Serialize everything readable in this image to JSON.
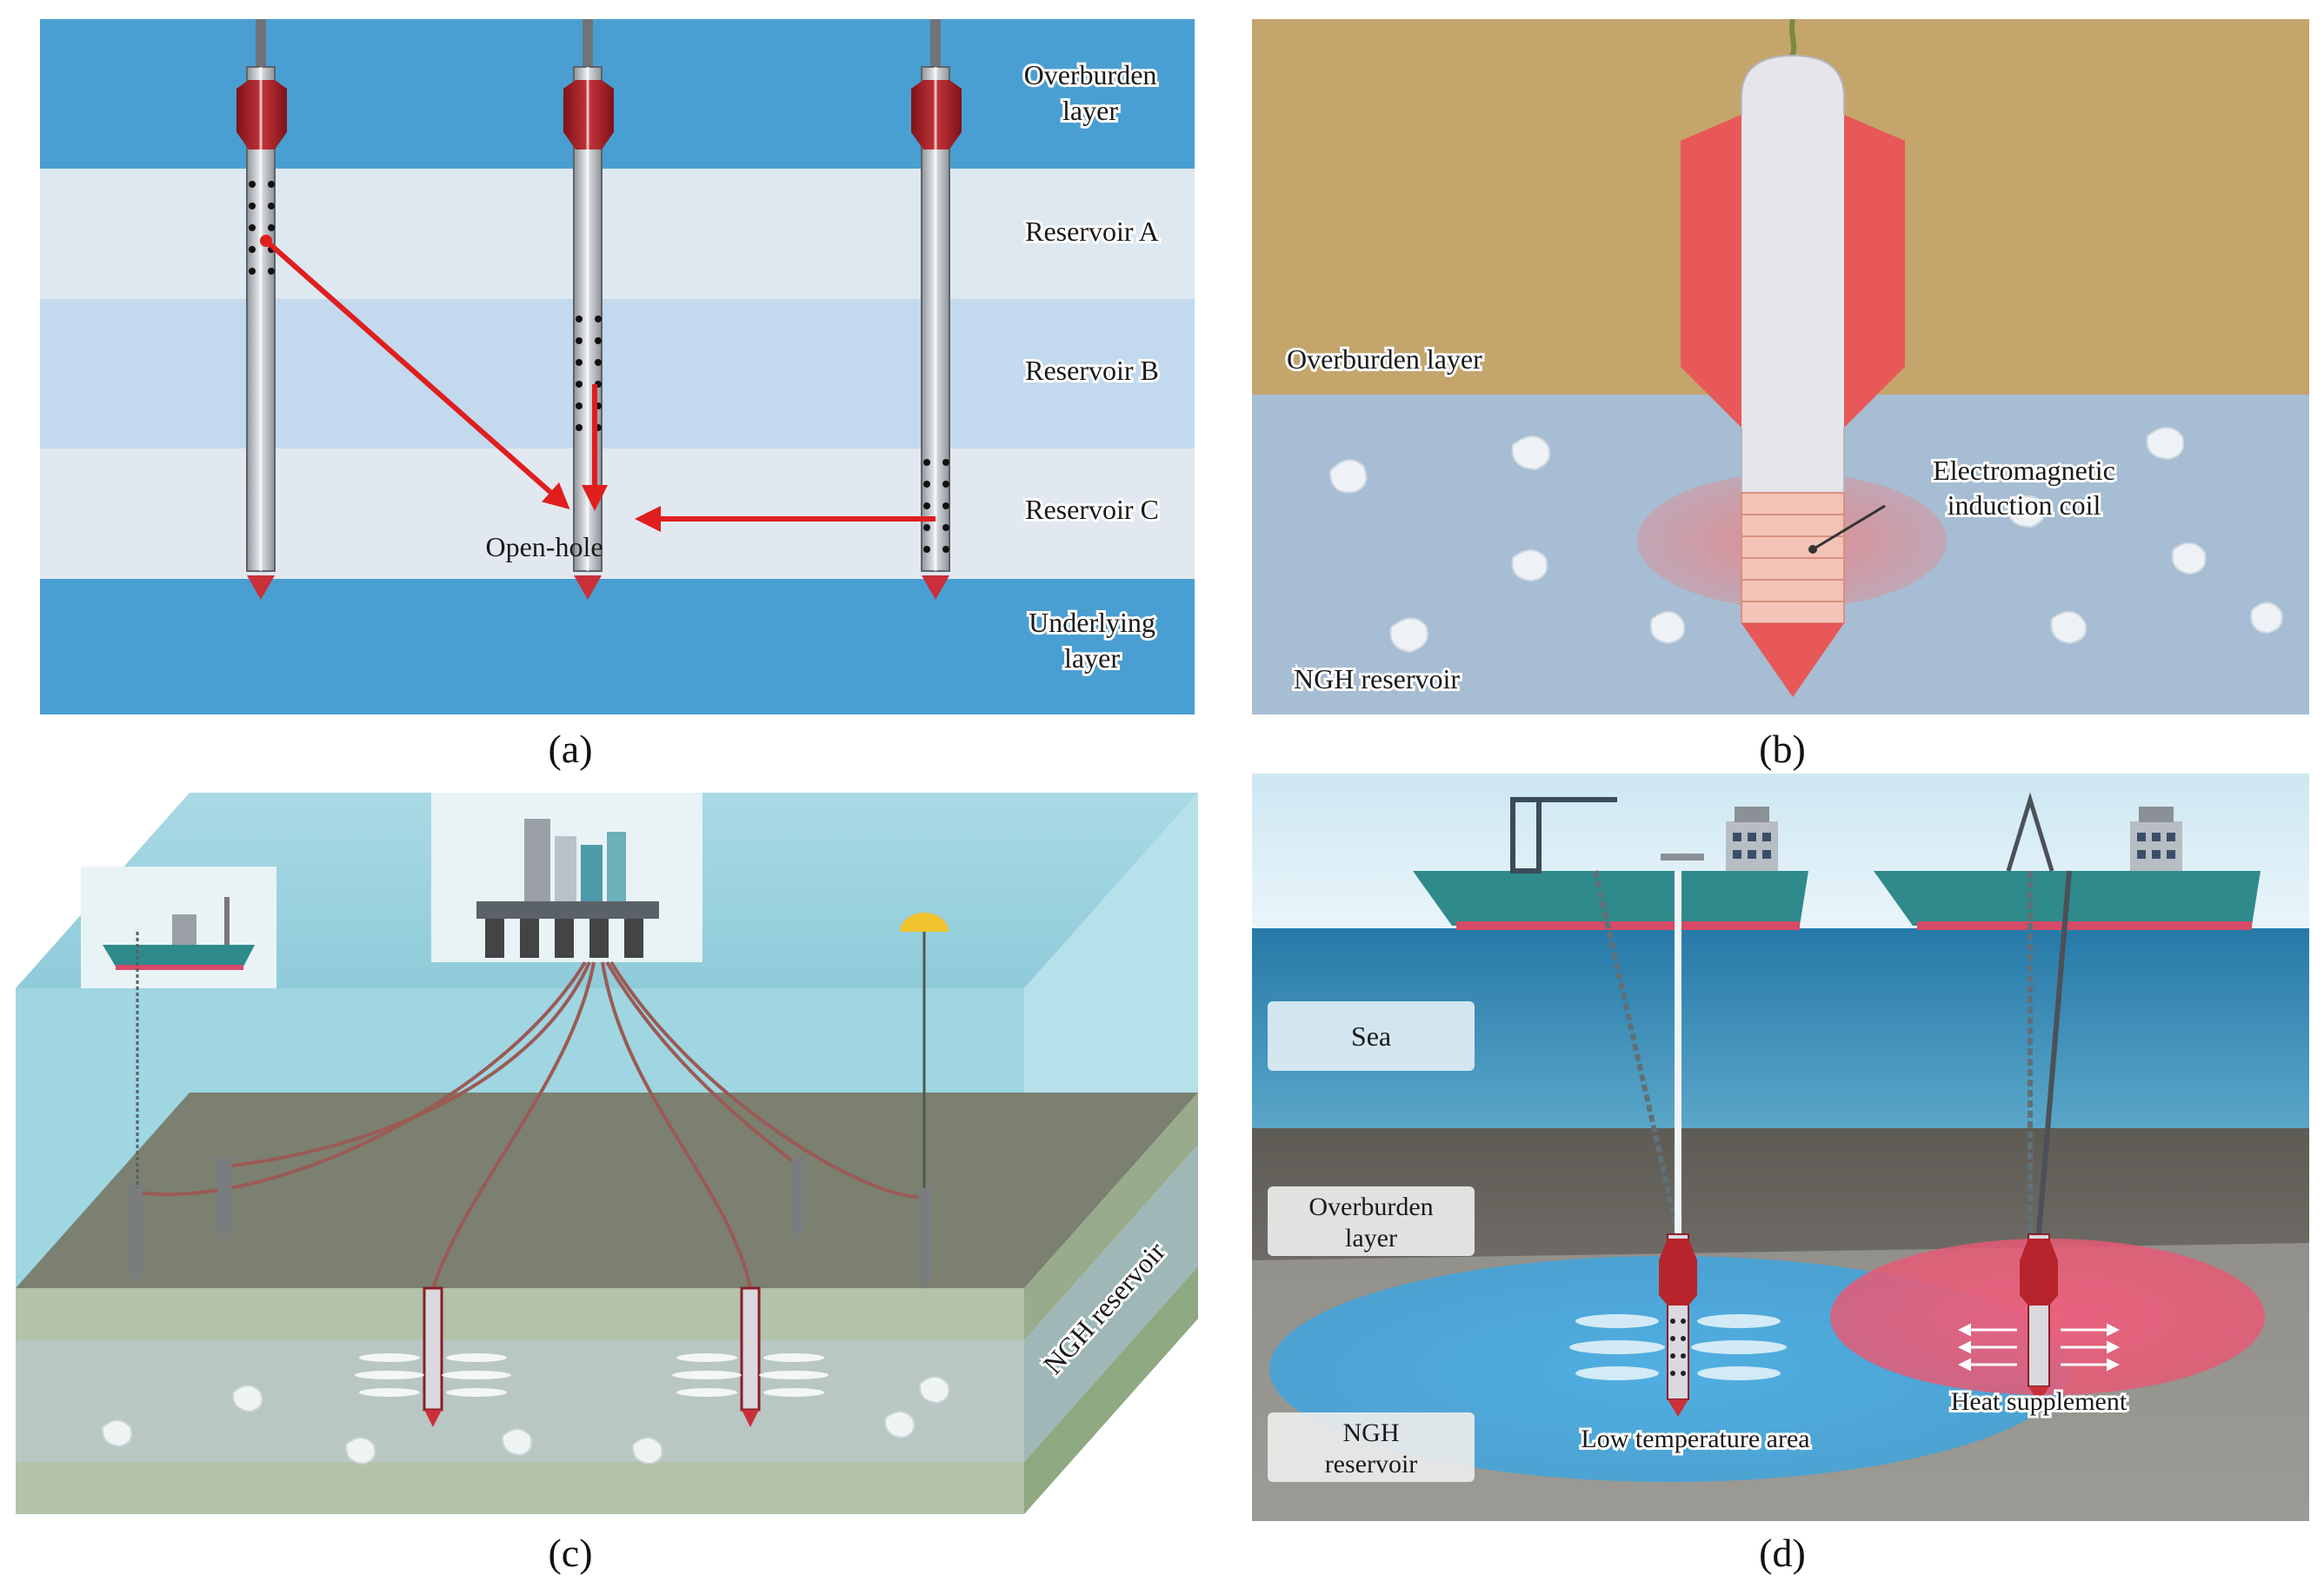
{
  "panel_a": {
    "caption": "(a)",
    "layers": {
      "overburden_1": "Overburden",
      "overburden_2": "layer",
      "reservoir_a": "Reservoir A",
      "reservoir_b": "Reservoir B",
      "reservoir_c": "Reservoir C",
      "underlying_1": "Underlying",
      "underlying_2": "layer"
    },
    "open_hole": "Open-hole",
    "colors": {
      "deep_blue": "#4a9fd2",
      "pale_blue": "#dde8f1",
      "mid_blue": "#c3d9ee",
      "arrow": "#e01e1e",
      "packer": "#b8242b"
    }
  },
  "panel_b": {
    "caption": "(b)",
    "overburden": "Overburden layer",
    "coil_1": "Electromagnetic",
    "coil_2": "induction coil",
    "reservoir": "NGH reservoir",
    "colors": {
      "sand": "#c4a56b",
      "reservoir": "#a7bdd3",
      "tool": "#e85858"
    }
  },
  "panel_c": {
    "caption": "(c)",
    "reservoir": "NGH reservoir",
    "colors": {
      "water": "#9ed3df",
      "seabed": "#7b8070",
      "reservoir": "#b8c7c4"
    }
  },
  "panel_d": {
    "caption": "(d)",
    "sea": "Sea",
    "overburden_1": "Overburden",
    "overburden_2": "layer",
    "reservoir_1": "NGH",
    "reservoir_2": "reservoir",
    "low_temp": "Low temperature area",
    "heat": "Heat supplement",
    "colors": {
      "sea": "#2d87b5",
      "rock": "#6b6b66",
      "cold": "#3fa5de",
      "hot": "#e55a75"
    }
  }
}
